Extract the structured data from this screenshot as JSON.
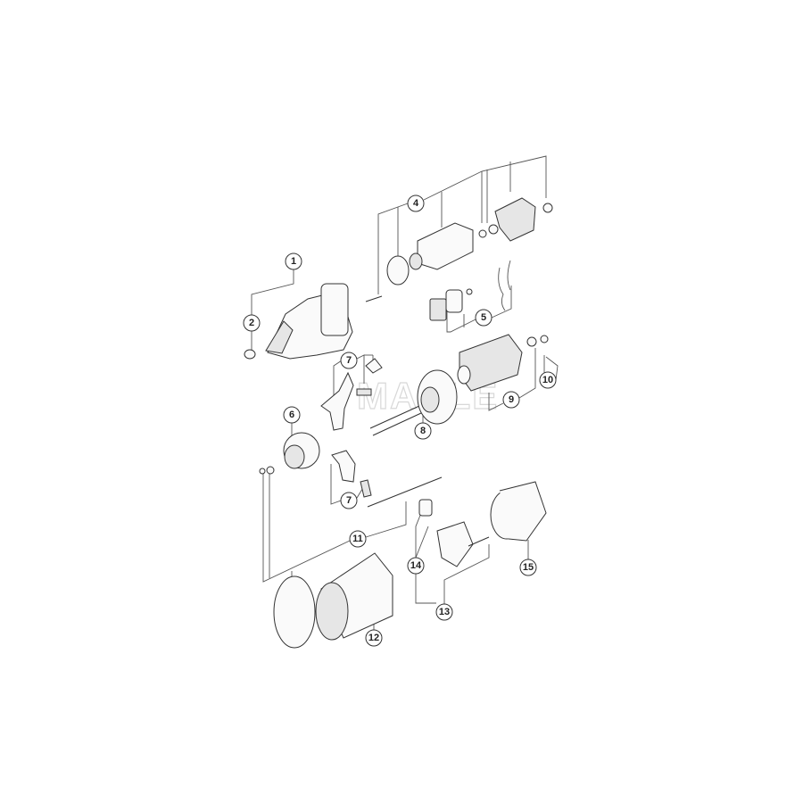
{
  "diagram": {
    "watermark": "MAHLE",
    "line_color": "#333333",
    "callouts": [
      {
        "id": "c1",
        "label": "1"
      },
      {
        "id": "c2",
        "label": "2"
      },
      {
        "id": "c4",
        "label": "4"
      },
      {
        "id": "c5",
        "label": "5"
      },
      {
        "id": "c6",
        "label": "6"
      },
      {
        "id": "c7a",
        "label": "7"
      },
      {
        "id": "c7b",
        "label": "7"
      },
      {
        "id": "c8",
        "label": "8"
      },
      {
        "id": "c9",
        "label": "9"
      },
      {
        "id": "c10",
        "label": "10"
      },
      {
        "id": "c11",
        "label": "11"
      },
      {
        "id": "c12",
        "label": "12"
      },
      {
        "id": "c13",
        "label": "13"
      },
      {
        "id": "c14",
        "label": "14"
      },
      {
        "id": "c15",
        "label": "15"
      }
    ]
  }
}
